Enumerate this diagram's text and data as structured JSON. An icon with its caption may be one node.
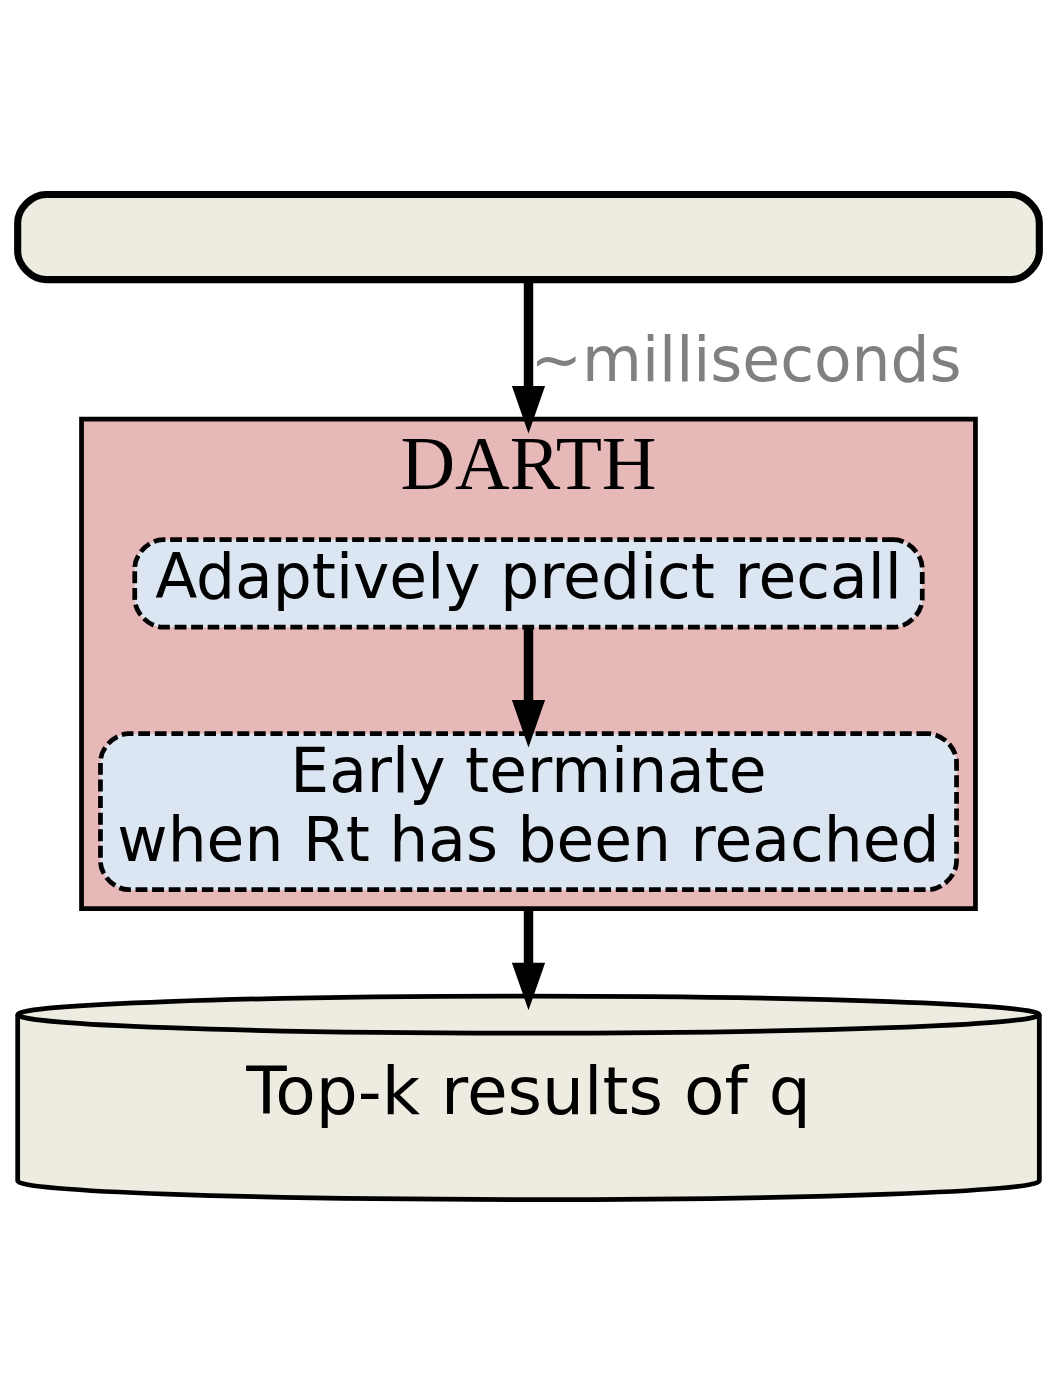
{
  "diagram": {
    "nodes": [
      {
        "text": [],
        "shape": "box"
      },
      {
        "text": [
          "DARTH"
        ]
      },
      {
        "text": [
          "Adaptively predict recall"
        ],
        "in": 1
      },
      {
        "text": [
          "Early terminate",
          "when Rt has been reached"
        ],
        "in": 1
      },
      {
        "text": [
          "Top-k results of q"
        ]
      }
    ],
    "edges": [
      {
        "from": 0,
        "to": 1,
        "arrow": "to",
        "label": "~milliseconds"
      },
      {
        "from": 2,
        "to": 3,
        "arrow": "to"
      },
      {
        "from": 1,
        "to": 4,
        "arrow": "to"
      }
    ]
  }
}
